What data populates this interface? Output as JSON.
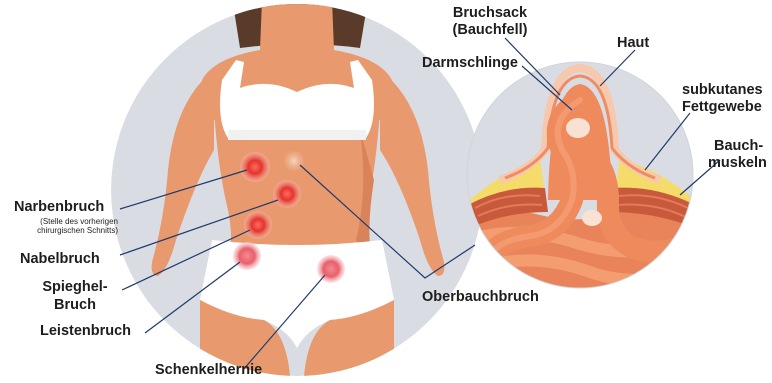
{
  "labels": {
    "narbenbruch": "Narbenbruch",
    "narbenbruch_note_1": "(Stelle des vorherigen",
    "narbenbruch_note_2": "chirurgischen Schnitts)",
    "nabelbruch": "Nabelbruch",
    "spiegel_1": "Spieghel-",
    "spiegel_2": "Bruch",
    "leistenbruch": "Leistenbruch",
    "schenkelhernie": "Schenkelhernie",
    "oberbauchbruch": "Oberbauchbruch",
    "bruchsack_1": "Bruchsack",
    "bruchsack_2": "(Bauchfell)",
    "darmschlinge": "Darmschlinge",
    "haut": "Haut",
    "fett_1": "subkutanes",
    "fett_2": "Fettgewebe",
    "muskel_1": "Bauch-",
    "muskel_2": "muskeln"
  },
  "colors": {
    "circle_bg": "#d9dde3",
    "skin": "#e89a6e",
    "skin_shade": "#d9835a",
    "garment": "#ffffff",
    "hernia_marker": "#e3342f",
    "intestine": "#ef8a5c",
    "fat": "#f5dc6a",
    "muscle": "#c9593b",
    "leader_line": "#1f3a6b"
  }
}
